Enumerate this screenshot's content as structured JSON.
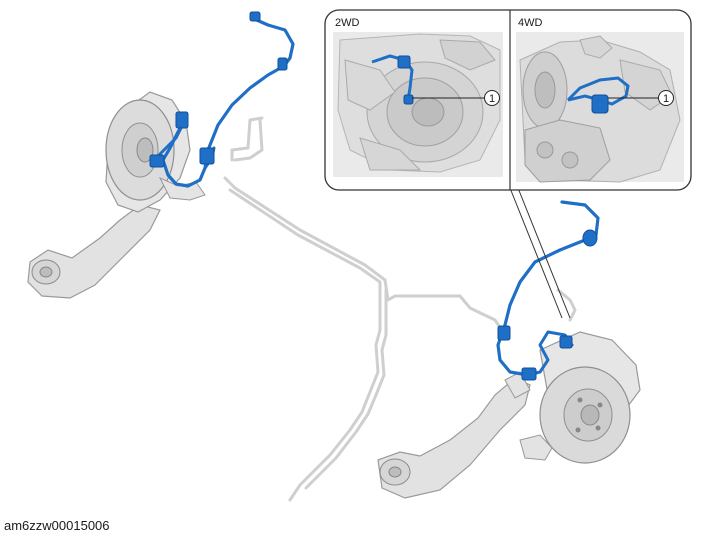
{
  "figure": {
    "inset_left_label": "2WD",
    "inset_right_label": "4WD",
    "callout_left": "1",
    "callout_right": "1",
    "figure_code": "am6zzw00015006"
  },
  "colors": {
    "harness": "#1f6fc6",
    "harness_dark": "#0f4f99",
    "pipe": "#d4d4d4",
    "part_fill": "#e4e4e4",
    "part_stroke": "#9a9a9a",
    "inset_bg": "#ececec",
    "frame": "#333333"
  },
  "icons": [
    "wheel-hub-icon",
    "brake-disc-icon",
    "knuckle-icon",
    "sensor-connector-icon"
  ]
}
